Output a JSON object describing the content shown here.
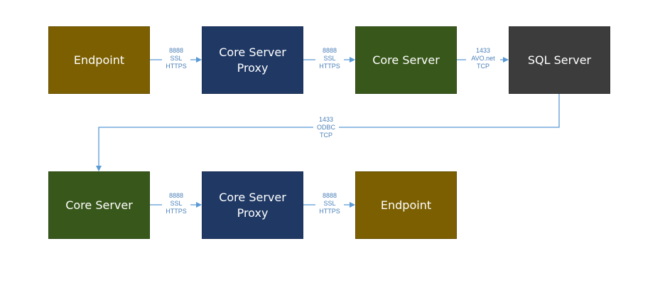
{
  "colors": {
    "endpoint": "#7b5f00",
    "proxy": "#1f3864",
    "core": "#38571a",
    "sql": "#3c3c3c",
    "connector": "#5b9bd5",
    "label": "#4a7fb8"
  },
  "nodes": {
    "endpoint_top": "Endpoint",
    "proxy_top": "Core Server Proxy",
    "core_top": "Core Server",
    "sql": "SQL Server",
    "core_bottom": "Core Server",
    "proxy_bottom": "Core Server Proxy",
    "endpoint_bottom": "Endpoint"
  },
  "links": {
    "endpoint_to_proxy_top": [
      "8888",
      "SSL",
      "HTTPS"
    ],
    "proxy_to_core_top": [
      "8888",
      "SSL",
      "HTTPS"
    ],
    "core_to_sql": [
      "1433",
      "AVO.net",
      "TCP"
    ],
    "sql_to_core_bottom": [
      "1433",
      "ODBC",
      "TCP"
    ],
    "core_to_proxy_bottom": [
      "8888",
      "SSL",
      "HTTPS"
    ],
    "proxy_to_endpoint_bottom": [
      "8888",
      "SSL",
      "HTTPS"
    ]
  }
}
